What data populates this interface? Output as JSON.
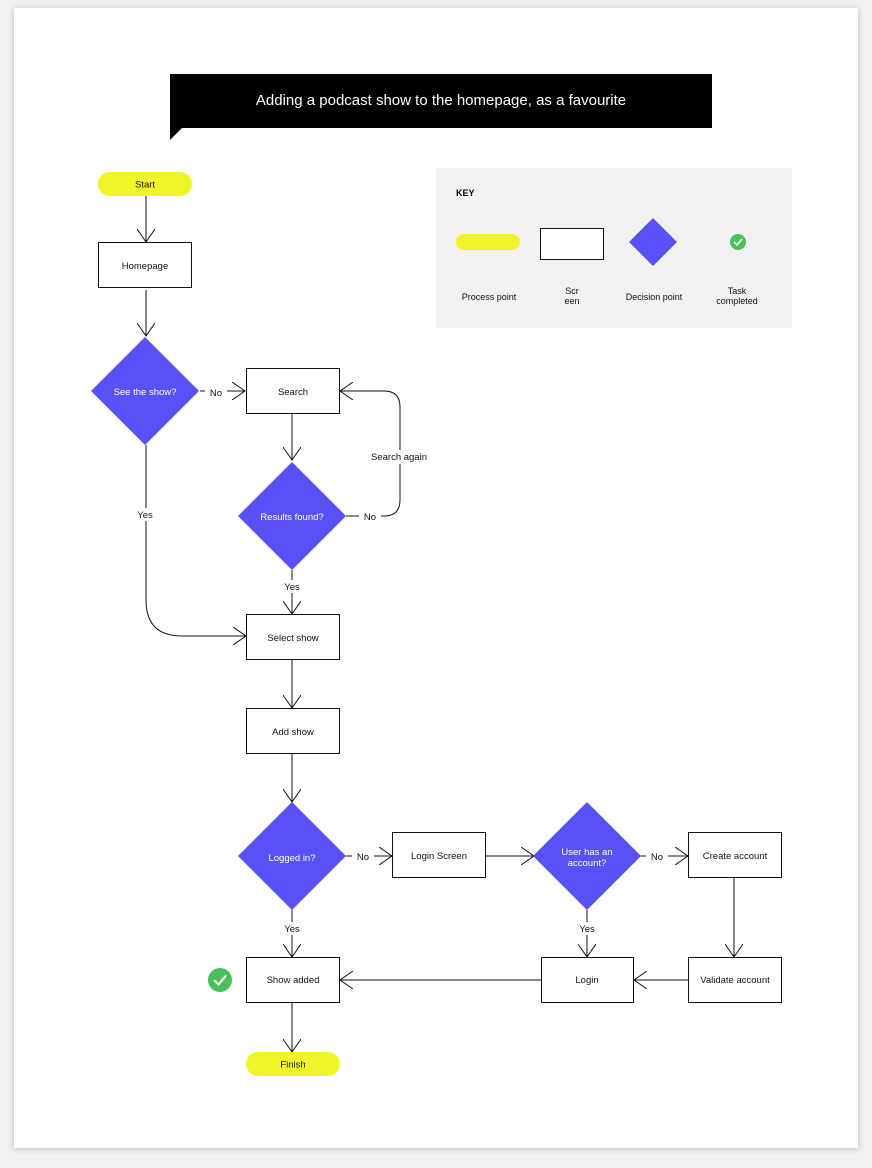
{
  "title": "Adding a podcast show to the homepage, as a favourite",
  "colors": {
    "process": "#f0f52a",
    "decision": "#5851f5",
    "task_completed": "#4cbf5c",
    "title_bg": "#000000"
  },
  "key": {
    "heading": "KEY",
    "items": [
      {
        "shape": "pill",
        "caption": "Process point"
      },
      {
        "shape": "rectangle",
        "caption_line1": "Scr",
        "caption_line2": "een"
      },
      {
        "shape": "diamond",
        "caption": "Decision point"
      },
      {
        "shape": "check-icon",
        "caption_line1": "Task",
        "caption_line2": "completed"
      }
    ]
  },
  "nodes": {
    "start": "Start",
    "homepage": "Homepage",
    "see_show": "See the show?",
    "search": "Search",
    "results_found": "Results found?",
    "select_show": "Select show",
    "add_show": "Add show",
    "logged_in": "Logged in?",
    "login_screen": "Login Screen",
    "user_has_account_line1": "User has an",
    "user_has_account_line2": "account?",
    "create_account": "Create account",
    "validate_account": "Validate account",
    "login": "Login",
    "show_added": "Show added",
    "finish": "Finish"
  },
  "edges": {
    "see_show_no": "No",
    "see_show_yes": "Yes",
    "search_again": "Search again",
    "results_no": "No",
    "results_yes": "Yes",
    "logged_in_no": "No",
    "logged_in_yes": "Yes",
    "account_no": "No",
    "account_yes": "Yes"
  }
}
